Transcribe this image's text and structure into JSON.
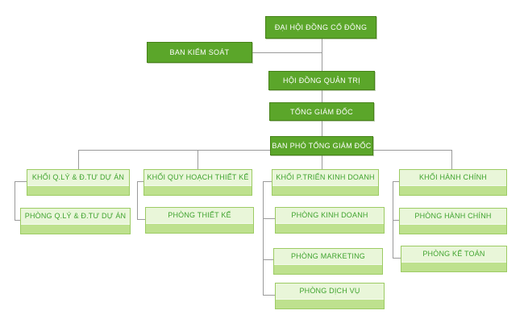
{
  "diagram": {
    "type": "org-chart",
    "language": "vi",
    "colors": {
      "executive_fill": "#5ba62a",
      "executive_border": "#478219",
      "executive_text": "#ffffff",
      "department_fill": "#e9f6d9",
      "department_strip": "#bee18e",
      "department_border": "#9ccb63",
      "department_text": "#3fa32e",
      "connector": "#9a9a9a",
      "background": "#ffffff"
    },
    "nodes": {
      "shareholders": {
        "label": "ĐẠI HỘI ĐỒNG CỔ ĐÔNG",
        "level": "executive"
      },
      "supervisory": {
        "label": "BAN KIỂM SOÁT",
        "level": "executive"
      },
      "board": {
        "label": "HỘI ĐỒNG QUẢN TRỊ",
        "level": "executive"
      },
      "ceo": {
        "label": "TỔNG GIÁM ĐỐC",
        "level": "executive"
      },
      "deputy": {
        "label": "BAN PHÓ TỔNG GIÁM ĐỐC",
        "level": "executive"
      },
      "col1_head": {
        "label": "KHỐI Q.LÝ & Đ.TƯ DỰ ÁN",
        "level": "division"
      },
      "col1_dept1": {
        "label": "PHÒNG Q.LÝ & Đ.TƯ DỰ ÁN",
        "level": "department"
      },
      "col2_head": {
        "label": "KHỐI QUY HOẠCH THIẾT KẾ",
        "level": "division"
      },
      "col2_dept1": {
        "label": "PHÒNG THIẾT KẾ",
        "level": "department"
      },
      "col3_head": {
        "label": "KHỐI P.TRIỂN KINH DOANH",
        "level": "division"
      },
      "col3_dept1": {
        "label": "PHÒNG KINH DOANH",
        "level": "department"
      },
      "col3_dept2": {
        "label": "PHÒNG MARKETING",
        "level": "department"
      },
      "col3_dept3": {
        "label": "PHÒNG DỊCH VỤ",
        "level": "department"
      },
      "col4_head": {
        "label": "KHỐI HÀNH CHÍNH",
        "level": "division"
      },
      "col4_dept1": {
        "label": "PHÒNG HÀNH CHÍNH",
        "level": "department"
      },
      "col4_dept2": {
        "label": "PHÒNG KẾ TOÁN",
        "level": "department"
      }
    },
    "edges": [
      [
        "shareholders",
        "board"
      ],
      [
        "supervisory",
        "board"
      ],
      [
        "board",
        "ceo"
      ],
      [
        "ceo",
        "deputy"
      ],
      [
        "deputy",
        "col1_head"
      ],
      [
        "deputy",
        "col2_head"
      ],
      [
        "deputy",
        "col3_head"
      ],
      [
        "deputy",
        "col4_head"
      ],
      [
        "col1_head",
        "col1_dept1"
      ],
      [
        "col2_head",
        "col2_dept1"
      ],
      [
        "col3_head",
        "col3_dept1"
      ],
      [
        "col3_head",
        "col3_dept2"
      ],
      [
        "col3_head",
        "col3_dept3"
      ],
      [
        "col4_head",
        "col4_dept1"
      ],
      [
        "col4_head",
        "col4_dept2"
      ]
    ]
  }
}
